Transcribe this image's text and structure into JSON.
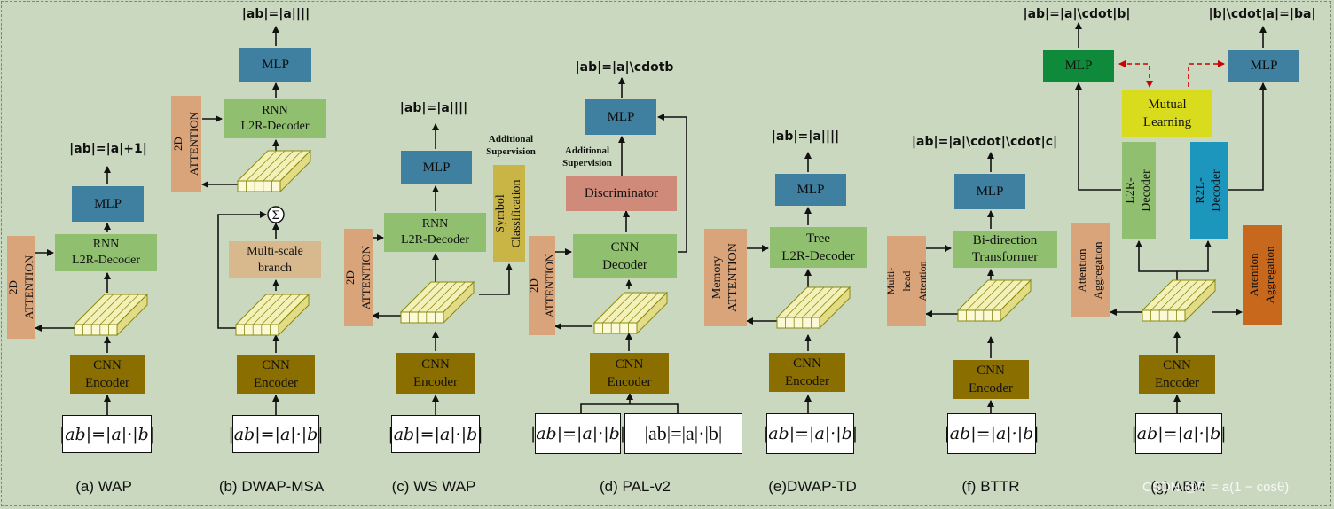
{
  "labels": {
    "mlp": "MLP",
    "rnn_l2r": "RNN\nL2R-Decoder",
    "cnn_encoder": "CNN\nEncoder",
    "att_2d": "2D ATTENTION",
    "multiscale": "Multi-scale\nbranch",
    "sum": "Σ",
    "symbol_cls": "Symbol\nClassification",
    "additional_supervision": "Additional\nSupervision",
    "discriminator": "Discriminator",
    "cnn_decoder": "CNN\nDecoder",
    "memory_attention": "Memory\nATTENTION",
    "tree_decoder": "Tree\nL2R-Decoder",
    "multihead_attention": "Multi-head\nAttention",
    "bi_transformer": "Bi-direction\nTransformer",
    "mutual_learning": "Mutual\nLearning",
    "l2r_decoder": "L2R-Decoder",
    "r2l_decoder": "R2L-Decoder",
    "attention_aggregation": "Attention\nAggregation"
  },
  "formulas": {
    "handwritten": "|ab|=|a|·|b|",
    "printed": "|ab|=|a|·|b|"
  },
  "outputs": {
    "wap": "|ab|=|a|+1|",
    "dwap_msa": "|ab|=|a||||",
    "ws_wap": "|ab|=|a||||",
    "pal_v2": "|ab|=|a|\\cdotb",
    "dwap_td": "|ab|=|a||||",
    "bttr": "|ab|=|a|\\cdot|\\cdot|c|",
    "abm_left": "|ab|=|a|\\cdot|b|",
    "abm_right": "|b|\\cdot|a|=|ba|"
  },
  "captions": {
    "a": "(a) WAP",
    "b": "(b) DWAP-MSA",
    "c": "(c) WS WAP",
    "d": "(d) PAL-v2",
    "e": "(e)DWAP-TD",
    "f": "(f) BTTR",
    "g": "(g) ABM"
  },
  "watermark": "CSDN @R = a(1 − cosθ)",
  "colors": {
    "background": "#c9d8bf",
    "mlp_blue": "#3f7f9f",
    "decoder_green": "#8fbf6f",
    "encoder_olive": "#8a6f00",
    "attention_tan": "#d9a47a",
    "mutual_arrow_red": "#cc0000"
  }
}
